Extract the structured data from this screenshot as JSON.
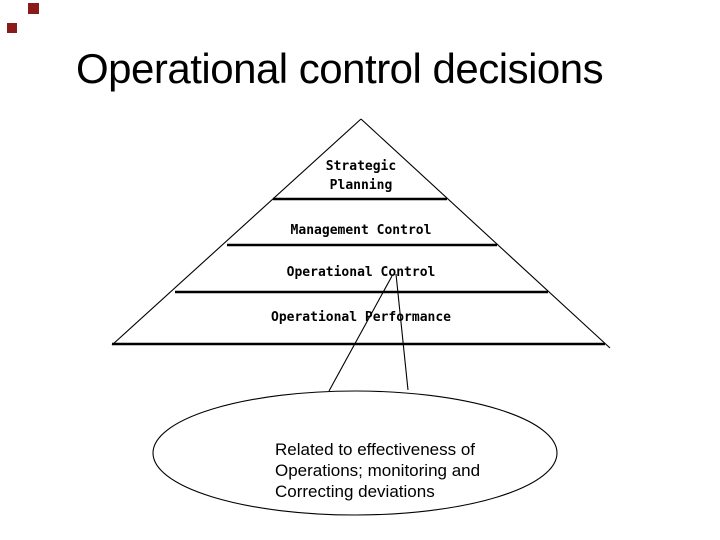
{
  "slide": {
    "title": "Operational control decisions",
    "decor": {
      "color": "#8b1a1a"
    },
    "pyramid": {
      "levels": [
        {
          "lines": [
            "Strategic",
            "Planning"
          ]
        },
        {
          "lines": [
            "Management Control"
          ]
        },
        {
          "lines": [
            "Operational Control"
          ]
        },
        {
          "lines": [
            "Operational Performance"
          ]
        }
      ]
    },
    "callout": {
      "lines": [
        "Related to effectiveness of",
        "Operations; monitoring and",
        "Correcting deviations"
      ]
    }
  }
}
